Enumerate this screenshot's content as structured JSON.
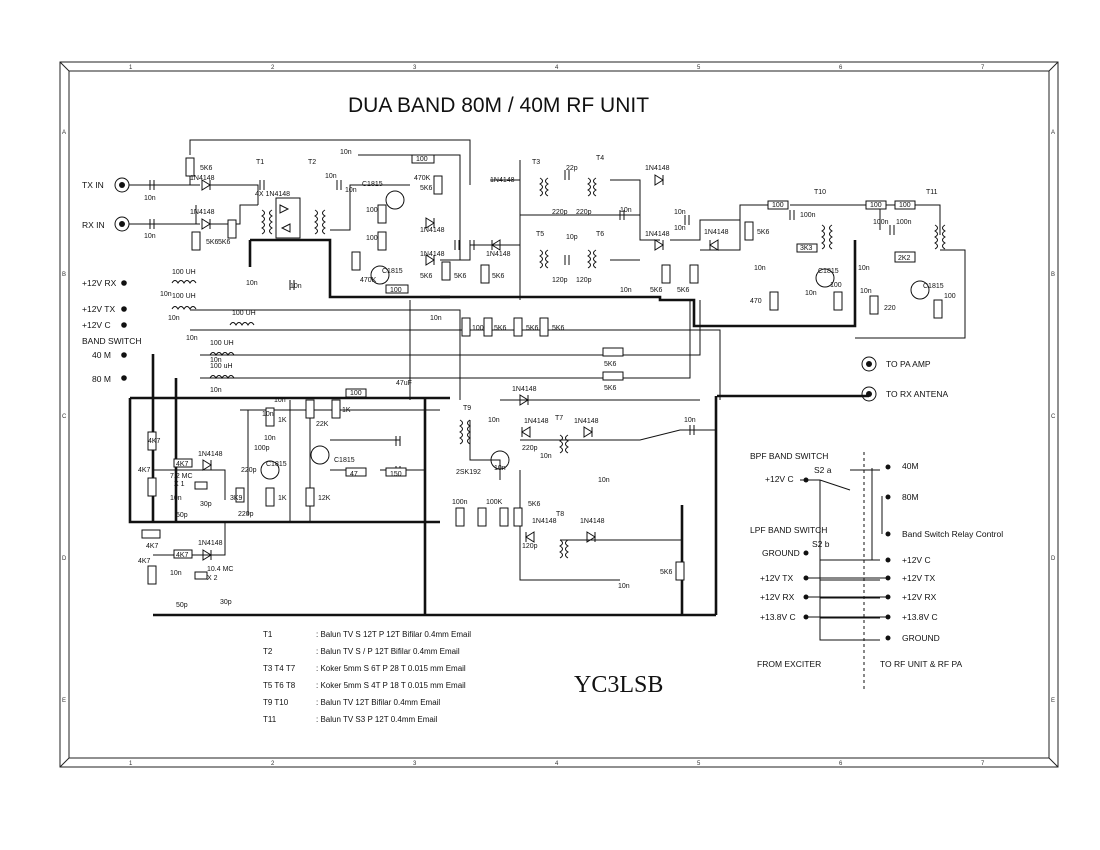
{
  "title": "DUA BAND 80M / 40M RF UNIT",
  "callsign": "YC3LSB",
  "grid": {
    "columns": [
      "1",
      "2",
      "3",
      "4",
      "5",
      "6",
      "7"
    ],
    "rows": [
      "A",
      "B",
      "C",
      "D",
      "E"
    ]
  },
  "ports": {
    "tx_in": "TX IN",
    "rx_in": "RX IN",
    "p12v_rx": "+12V RX",
    "p12v_tx": "+12V TX",
    "p12v_c": "+12V C",
    "band_switch": "BAND SWITCH",
    "m40": "40 M",
    "m80": "80 M",
    "to_pa_amp": "TO PA AMP",
    "to_rx_antena": "TO RX ANTENA"
  },
  "transformers": {
    "t1": "T1",
    "t2": "T2",
    "t3": "T3",
    "t4": "T4",
    "t5": "T5",
    "t6": "T6",
    "t7": "T7",
    "t8": "T8",
    "t9": "T9",
    "t10": "T10",
    "t11": "T11"
  },
  "components": {
    "n10": "10n",
    "n100": "100n",
    "k5k6": "5K6",
    "k5k6_2": "5K6",
    "r100": "100",
    "r470k": "470K",
    "r470": "470",
    "r220": "220",
    "r1k": "1K",
    "r22k": "22K",
    "r12k": "12K",
    "r100k": "100K",
    "r3k3": "3K3",
    "r2k2": "2K2",
    "r3k9": "3K9",
    "r4k7": "4K7",
    "r150": "150",
    "r47": "47",
    "d1n4148": "1N4148",
    "d4x": "4X 1N4148",
    "q1815": "C1815",
    "fet": "2SK192",
    "l100uh": "100 UH",
    "l100uh_b": "100 uH",
    "c22p": "22p",
    "c220p": "220p",
    "c10p": "10p",
    "c120p": "120p",
    "c100p": "100p",
    "c30p": "30p",
    "c50p": "50p",
    "c47uf": "47uF",
    "x1": "X 1",
    "x2": "X 2",
    "f72": "7.2 MC",
    "f104": "10.4 MC"
  },
  "bpf": {
    "heading": "BPF BAND SWITCH",
    "switch": "S2 a",
    "input": "+12V C",
    "out1": "40M",
    "out2": "80M"
  },
  "lpf": {
    "heading": "LPF BAND SWITCH",
    "switch": "S2 b",
    "input": "GROUND",
    "relay": "Band Switch Relay Control",
    "rows": [
      {
        "from": "",
        "to": "+12V C"
      },
      {
        "from": "+12V TX",
        "to": "+12V TX"
      },
      {
        "from": "+12V RX",
        "to": "+12V RX"
      },
      {
        "from": "+13.8V C",
        "to": "+13.8V C"
      },
      {
        "from": "",
        "to": "GROUND"
      }
    ],
    "from_label": "FROM EXCITER",
    "to_label": "TO RF UNIT & RF PA"
  },
  "notes": [
    {
      "id": "T1",
      "text": ": Balun TV S 12T P 12T Bifilar 0.4mm Email"
    },
    {
      "id": "T2",
      "text": ": Balun TV S / P 12T Bifilar 0.4mm Email"
    },
    {
      "id": "T3  T4  T7",
      "text": ": Koker 5mm S 6T  P 28 T  0.015 mm Email"
    },
    {
      "id": "T5  T6  T8",
      "text": ": Koker 5mm S 4T  P 18 T  0.015 mm Email"
    },
    {
      "id": "T9   T10",
      "text": ": Balun TV 12T Bifilar 0.4mm Email"
    },
    {
      "id": "T11",
      "text": ": Balun TV S3  P 12T 0.4mm Email"
    }
  ]
}
